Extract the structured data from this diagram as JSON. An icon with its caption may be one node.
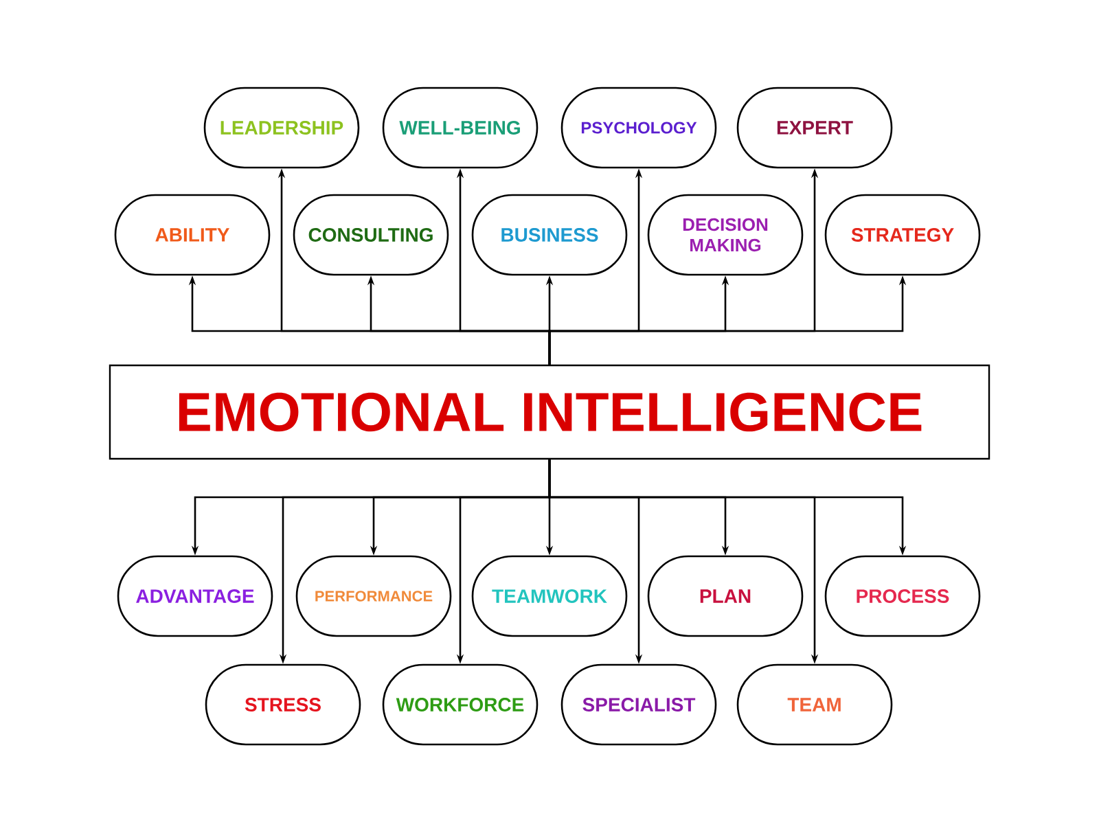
{
  "diagram": {
    "nodes": [
      {
        "text": [
          "EMOTIONAL INTELLIGENCE"
        ]
      },
      {
        "text": [
          "LEADERSHIP"
        ]
      },
      {
        "text": [
          "WELL-BEING"
        ]
      },
      {
        "text": [
          "PSYCHOLOGY"
        ]
      },
      {
        "text": [
          "EXPERT"
        ]
      },
      {
        "text": [
          "ABILITY"
        ]
      },
      {
        "text": [
          "CONSULTING"
        ]
      },
      {
        "text": [
          "BUSINESS"
        ]
      },
      {
        "text": [
          "DECISION MAKING"
        ]
      },
      {
        "text": [
          "STRATEGY"
        ]
      },
      {
        "text": [
          "ADVANTAGE"
        ]
      },
      {
        "text": [
          "PERFORMANCE"
        ]
      },
      {
        "text": [
          "TEAMWORK"
        ]
      },
      {
        "text": [
          "PLAN"
        ]
      },
      {
        "text": [
          "PROCESS"
        ]
      },
      {
        "text": [
          "STRESS"
        ]
      },
      {
        "text": [
          "WORKFORCE"
        ]
      },
      {
        "text": [
          "SPECIALIST"
        ]
      },
      {
        "text": [
          "TEAM"
        ]
      }
    ],
    "edges": [
      {
        "from": 0,
        "to": 1,
        "arrow": "to"
      },
      {
        "from": 0,
        "to": 2,
        "arrow": "to"
      },
      {
        "from": 0,
        "to": 3,
        "arrow": "to"
      },
      {
        "from": 0,
        "to": 4,
        "arrow": "to"
      },
      {
        "from": 0,
        "to": 5,
        "arrow": "to"
      },
      {
        "from": 0,
        "to": 6,
        "arrow": "to"
      },
      {
        "from": 0,
        "to": 7,
        "arrow": "to"
      },
      {
        "from": 0,
        "to": 8,
        "arrow": "to"
      },
      {
        "from": 0,
        "to": 9,
        "arrow": "to"
      },
      {
        "from": 0,
        "to": 10,
        "arrow": "to"
      },
      {
        "from": 0,
        "to": 11,
        "arrow": "to"
      },
      {
        "from": 0,
        "to": 12,
        "arrow": "to"
      },
      {
        "from": 0,
        "to": 13,
        "arrow": "to"
      },
      {
        "from": 0,
        "to": 14,
        "arrow": "to"
      },
      {
        "from": 0,
        "to": 15,
        "arrow": "to"
      },
      {
        "from": 0,
        "to": 16,
        "arrow": "to"
      },
      {
        "from": 0,
        "to": 17,
        "arrow": "to"
      },
      {
        "from": 0,
        "to": 18,
        "arrow": "to"
      }
    ]
  }
}
